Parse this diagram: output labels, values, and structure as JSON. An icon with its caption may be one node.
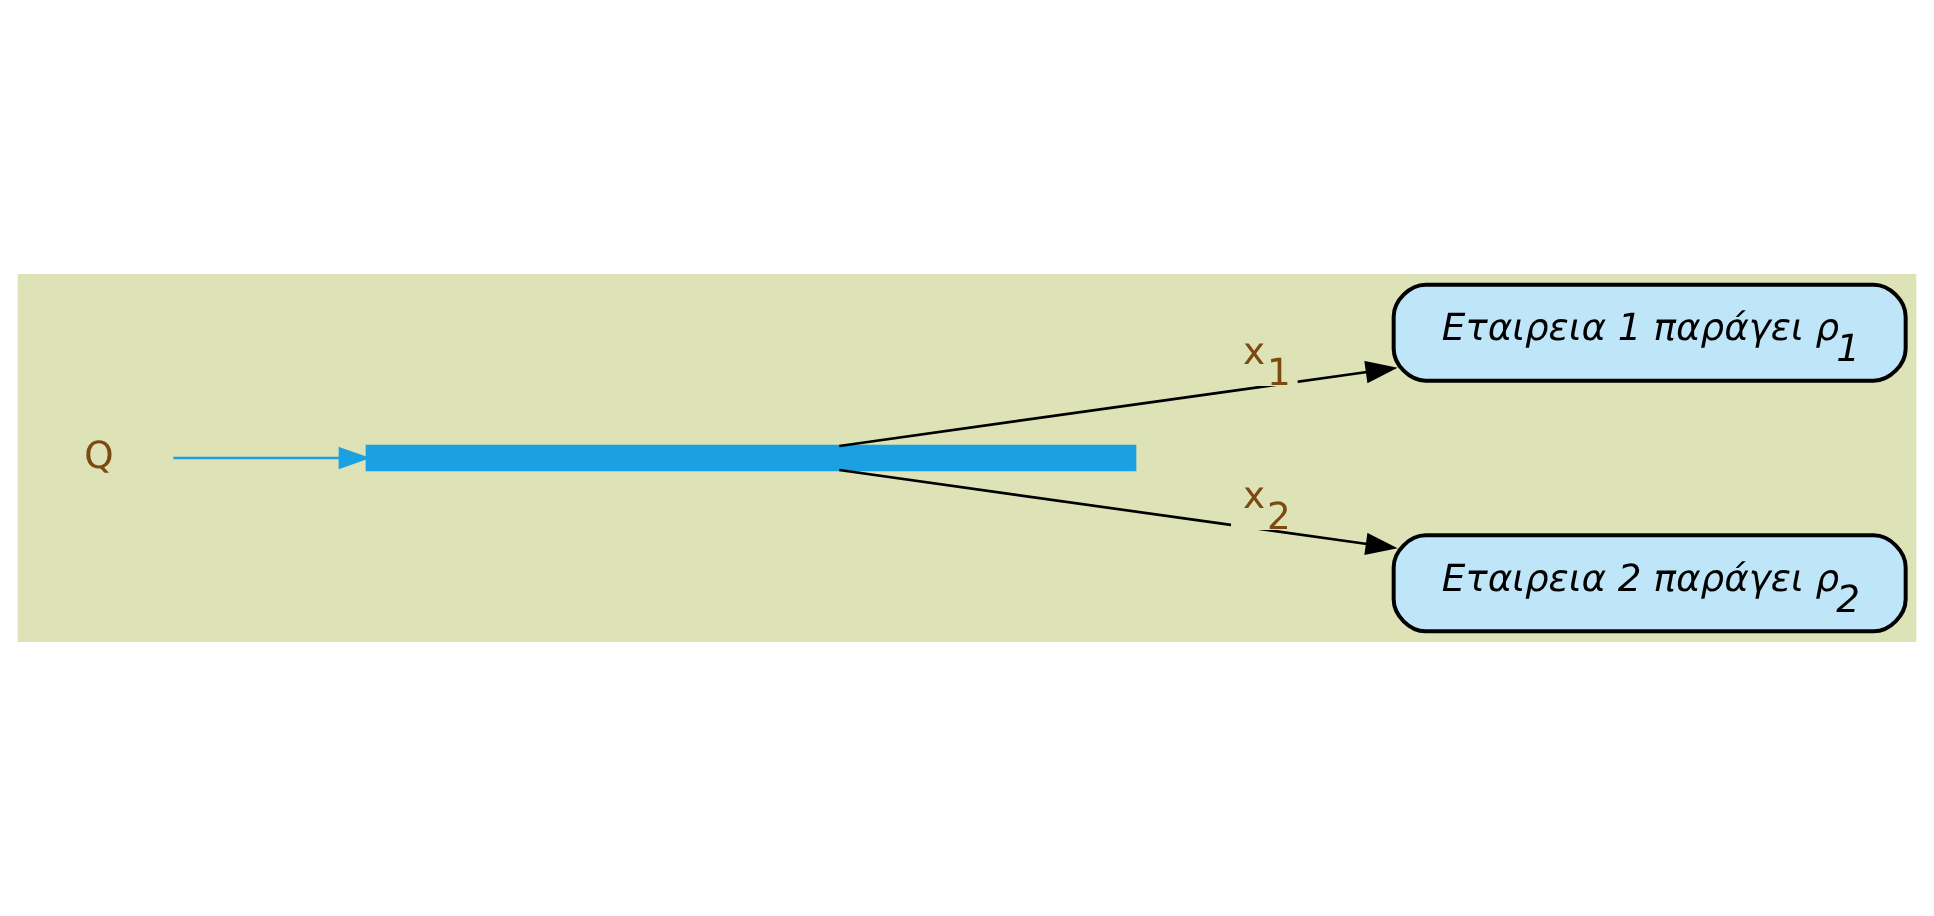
{
  "diagram": {
    "nodes": [
      {
        "text": [
          "Q"
        ]
      },
      {
        "text": [],
        "shape": "bar"
      },
      {
        "text": [
          "Εταιρεια 1 παράγει ρ$_{1}$"
        ]
      },
      {
        "text": [
          "Εταιρεια 2 παράγει ρ$_{2}$"
        ]
      }
    ],
    "edges": [
      {
        "from": 0,
        "to": 1,
        "arrow": "to",
        "color": "#1ba1e2"
      },
      {
        "from": 1,
        "to": 2,
        "arrow": "to",
        "label": "x$_{1}$"
      },
      {
        "from": 1,
        "to": 3,
        "arrow": "to",
        "label": "x$_{2}$"
      }
    ]
  }
}
